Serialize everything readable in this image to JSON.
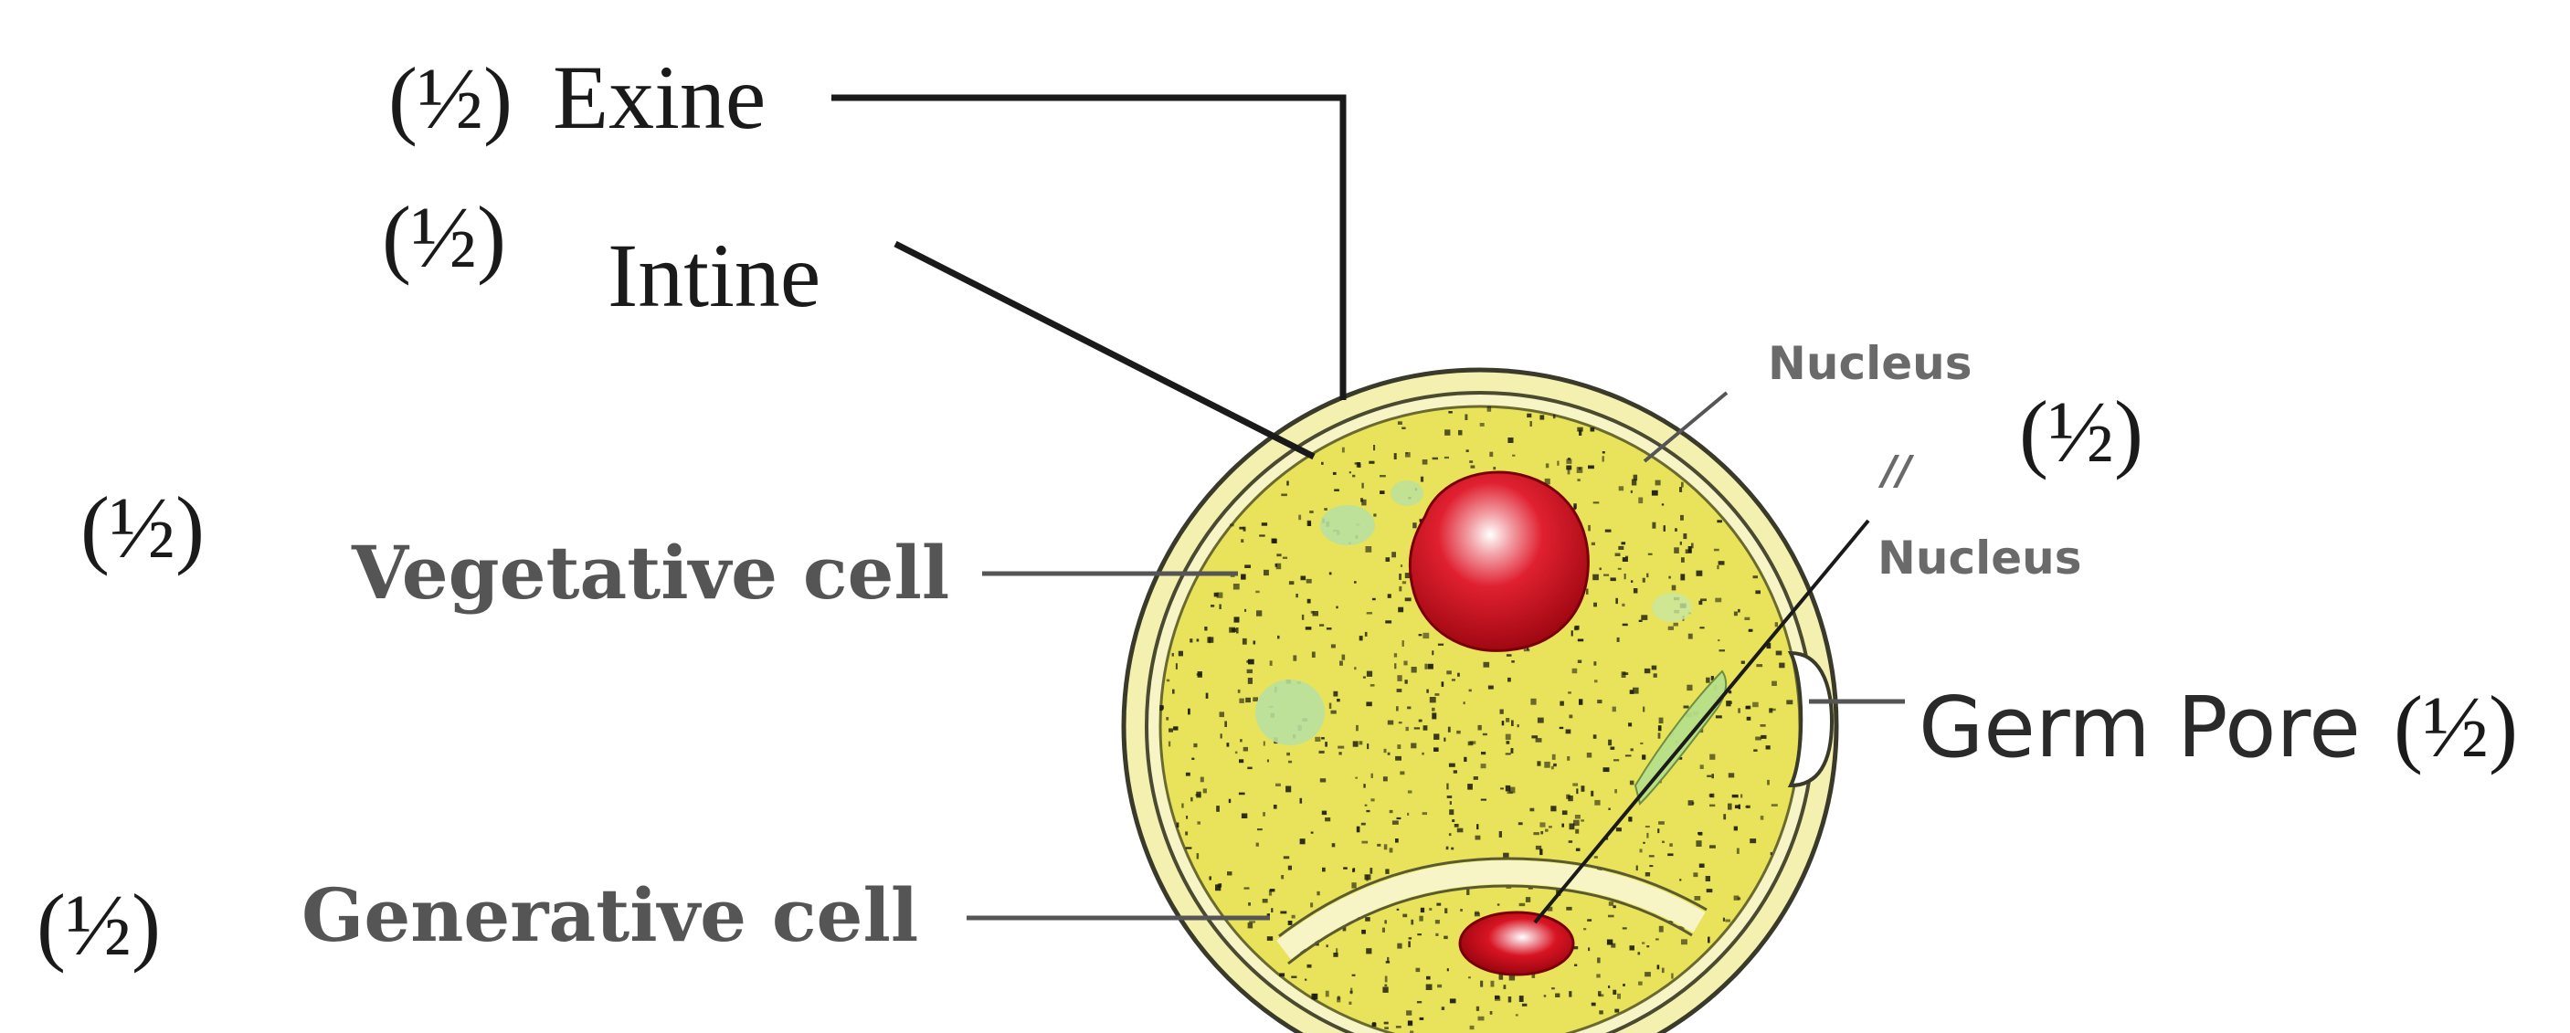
{
  "diagram": {
    "labels": {
      "exine": "Exine",
      "intine": "Intine",
      "vegetative_cell": "Vegetative cell",
      "generative_cell": "Generative cell",
      "germ_pore": "Germ Pore",
      "nucleus_top": "Nucleus",
      "nucleus_marker": "//",
      "nucleus_bottom": "Nucleus"
    },
    "marks": {
      "exine": "(½)",
      "intine": "(½)",
      "vegetative_cell": "(½)",
      "generative_cell": "(½)",
      "germ_pore": "(½)",
      "nucleus": "(½)"
    },
    "colors": {
      "cytoplasm": "#e8e35a",
      "wall": "#f4f0b0",
      "nucleus": "#d8101e",
      "line_dark": "#1a1a1a",
      "line_grey": "#555555",
      "speckle": "#1b1b10"
    }
  }
}
